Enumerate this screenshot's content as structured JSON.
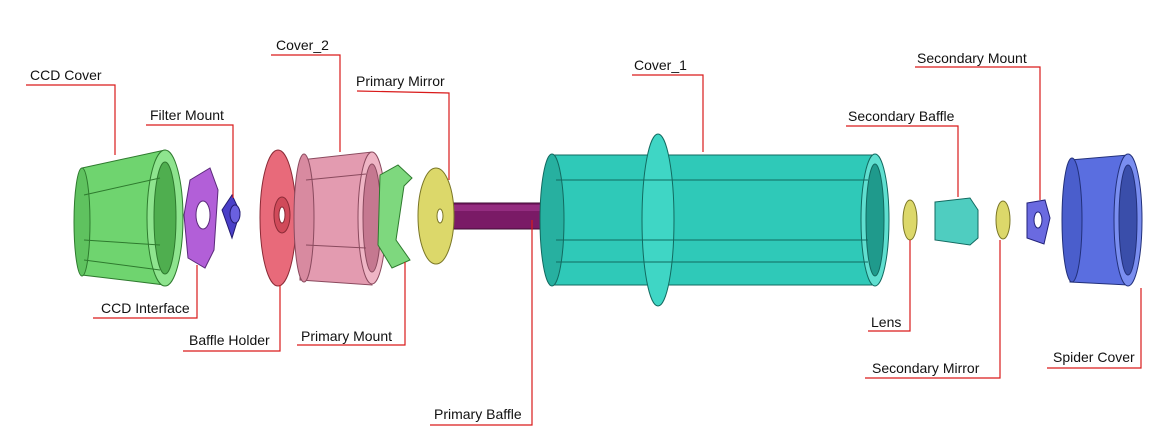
{
  "labels": {
    "ccd_cover": "CCD Cover",
    "filter_mount": "Filter Mount",
    "cover_2": "Cover_2",
    "primary_mirror": "Primary Mirror",
    "cover_1": "Cover_1",
    "secondary_mount": "Secondary Mount",
    "secondary_baffle": "Secondary Baffle",
    "ccd_interface": "CCD Interface",
    "baffle_holder": "Baffle Holder",
    "primary_mount": "Primary Mount",
    "lens": "Lens",
    "secondary_mirror": "Secondary Mirror",
    "spider_cover": "Spider Cover",
    "primary_baffle": "Primary Baffle"
  },
  "colors": {
    "leader": "#d91a1a",
    "ccd_cover": "#6fd46f",
    "ccd_interface": "#b25fd8",
    "filter_mount": "#4a3fc8",
    "baffle_holder": "#e86a7a",
    "cover_2": "#e39bb0",
    "primary_mount": "#7ed87e",
    "primary_mirror": "#dcd86a",
    "primary_baffle": "#7a1a66",
    "cover_1": "#2fc9b8",
    "lens": "#dcd86a",
    "secondary_baffle": "#4fcdc0",
    "secondary_mirror": "#dcd86a",
    "secondary_mount": "#6a6ae0",
    "spider_cover": "#5a6ee0"
  }
}
